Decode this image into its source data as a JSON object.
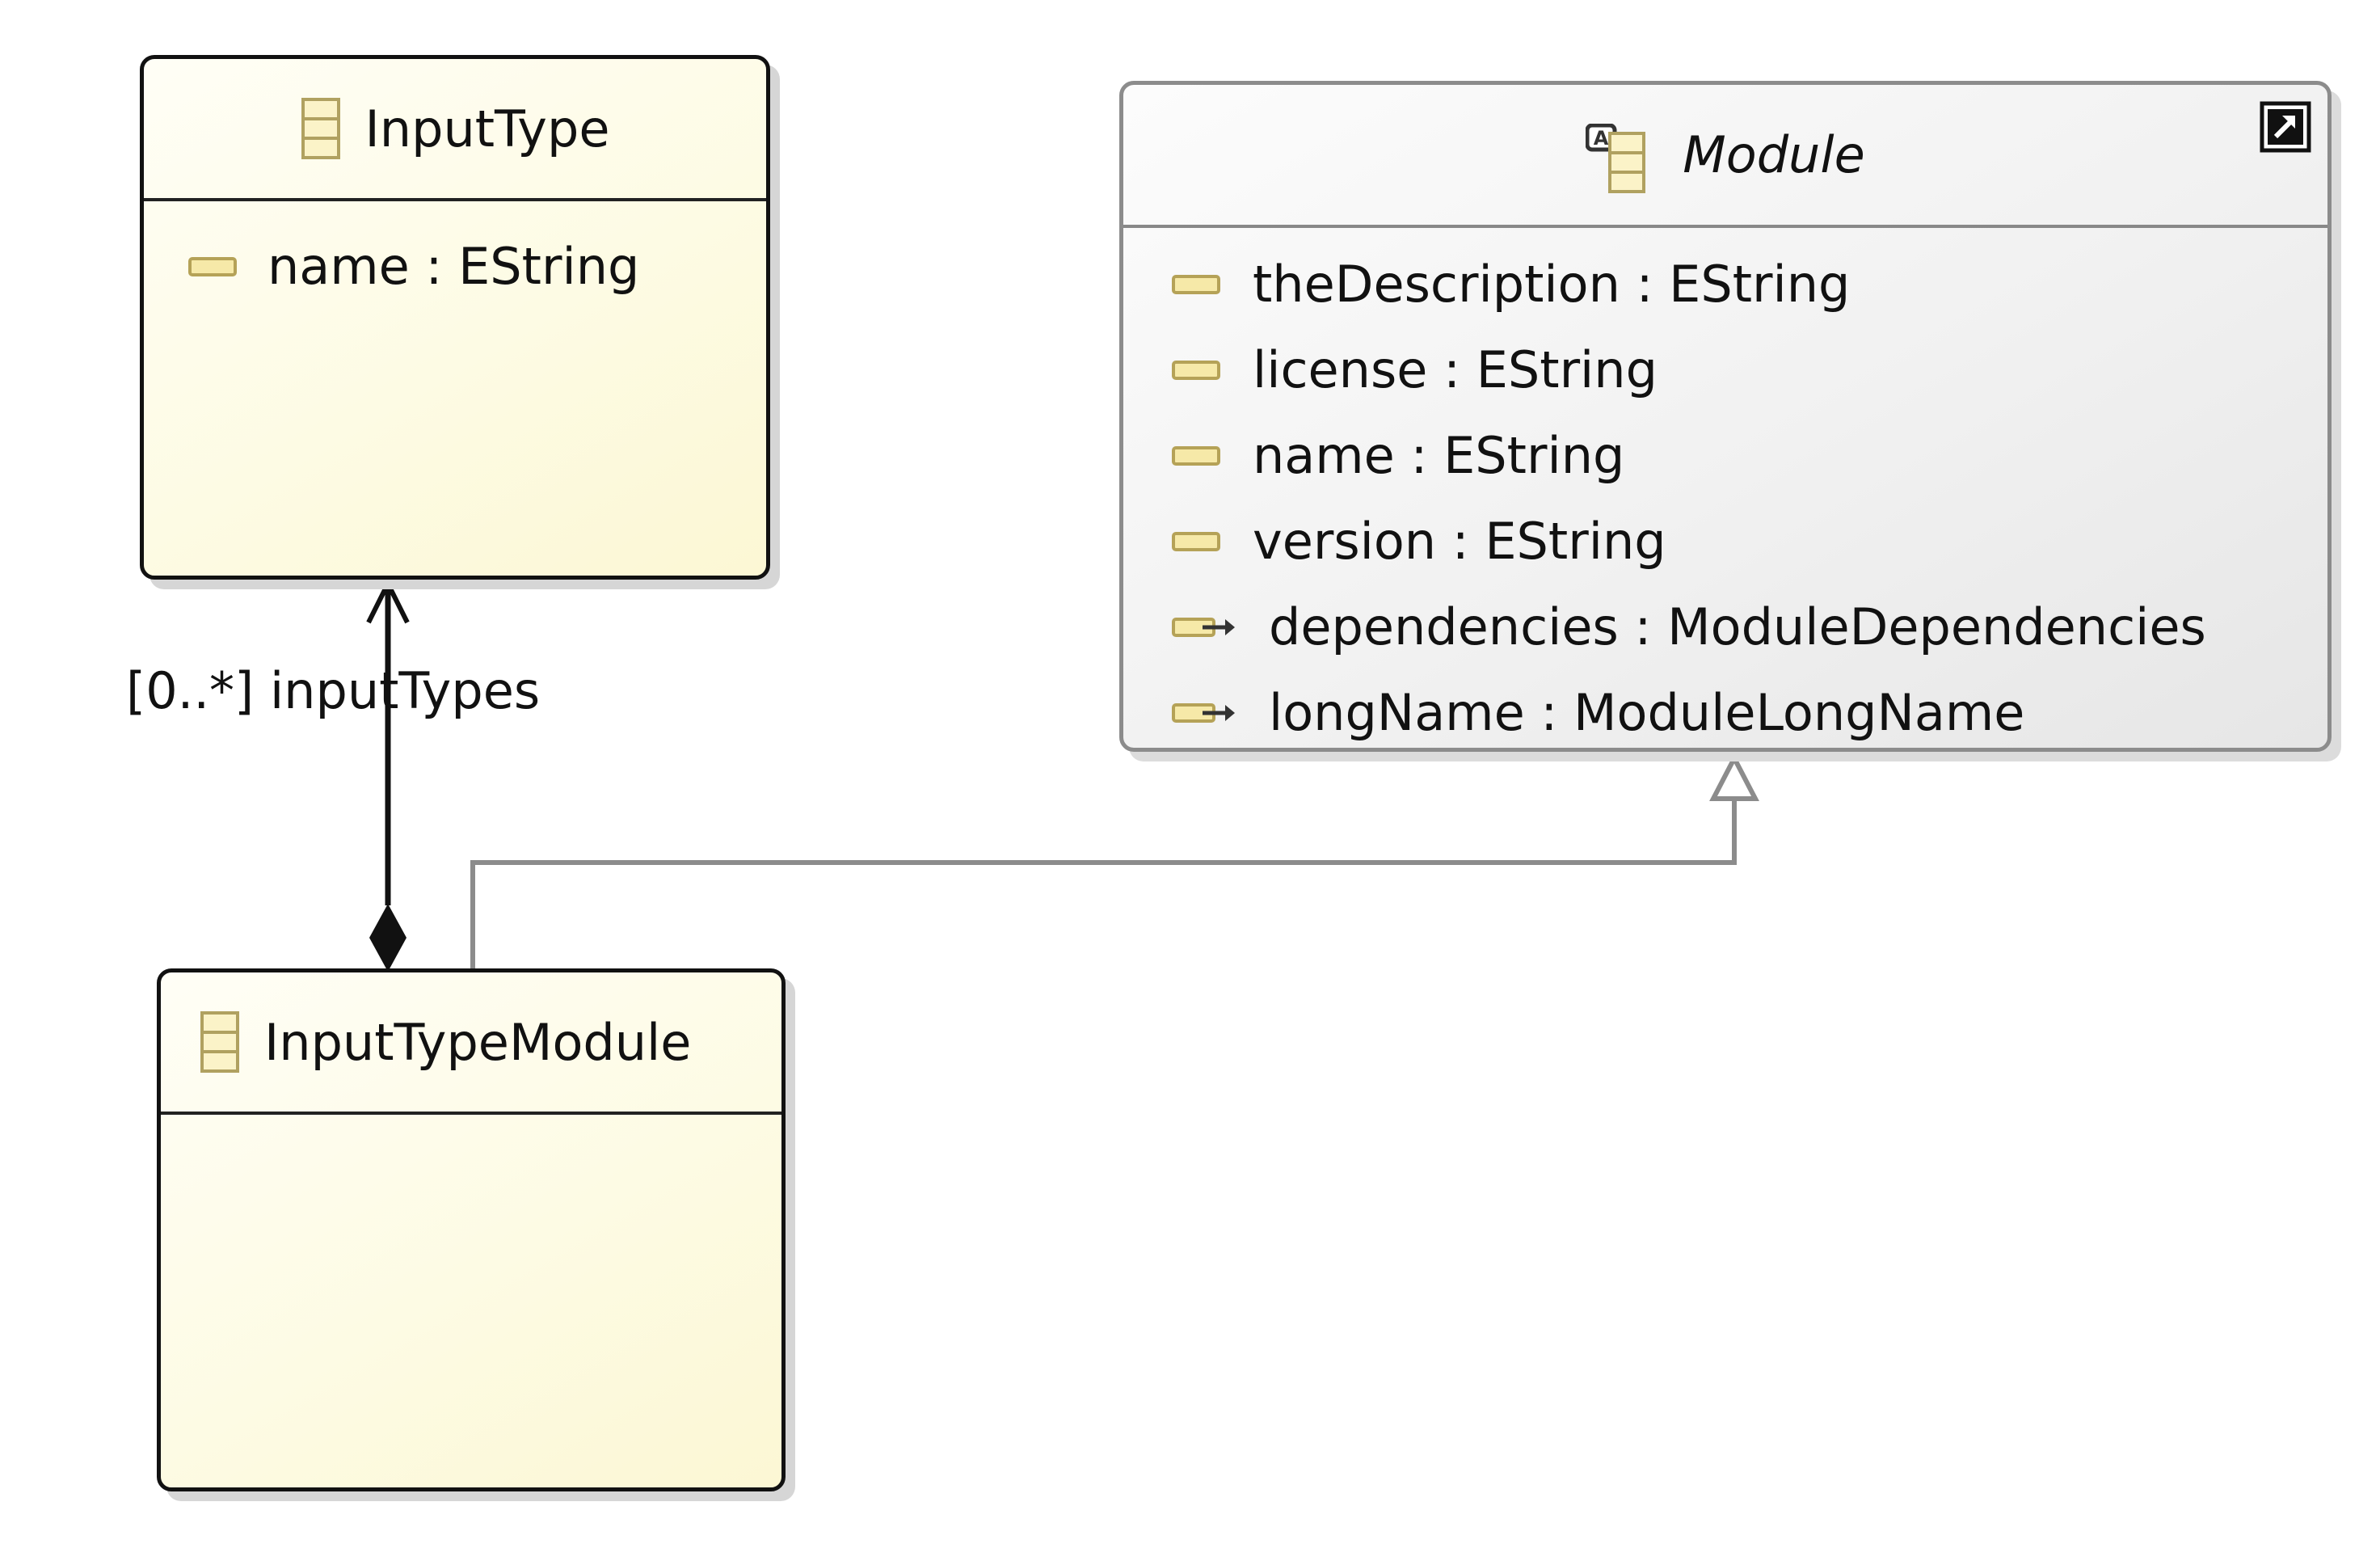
{
  "classes": {
    "input_type": {
      "name": "InputType",
      "attributes": [
        {
          "label": "name : EString"
        }
      ]
    },
    "module": {
      "name": "Module",
      "attributes": [
        {
          "label": "theDescription : EString"
        },
        {
          "label": "license : EString"
        },
        {
          "label": "name : EString"
        },
        {
          "label": "version : EString"
        }
      ],
      "references": [
        {
          "label": "dependencies : ModuleDependencies"
        },
        {
          "label": "longName : ModuleLongName"
        }
      ]
    },
    "input_type_module": {
      "name": "InputTypeModule",
      "attributes": []
    }
  },
  "relations": {
    "composition_label": "[0..*] inputTypes"
  },
  "colors": {
    "class_fill": "#fdfbe4",
    "abstract_fill": "#efefef",
    "class_border": "#111111",
    "abstract_border": "#8c8c8c",
    "attr_icon": "#c8b46a"
  }
}
